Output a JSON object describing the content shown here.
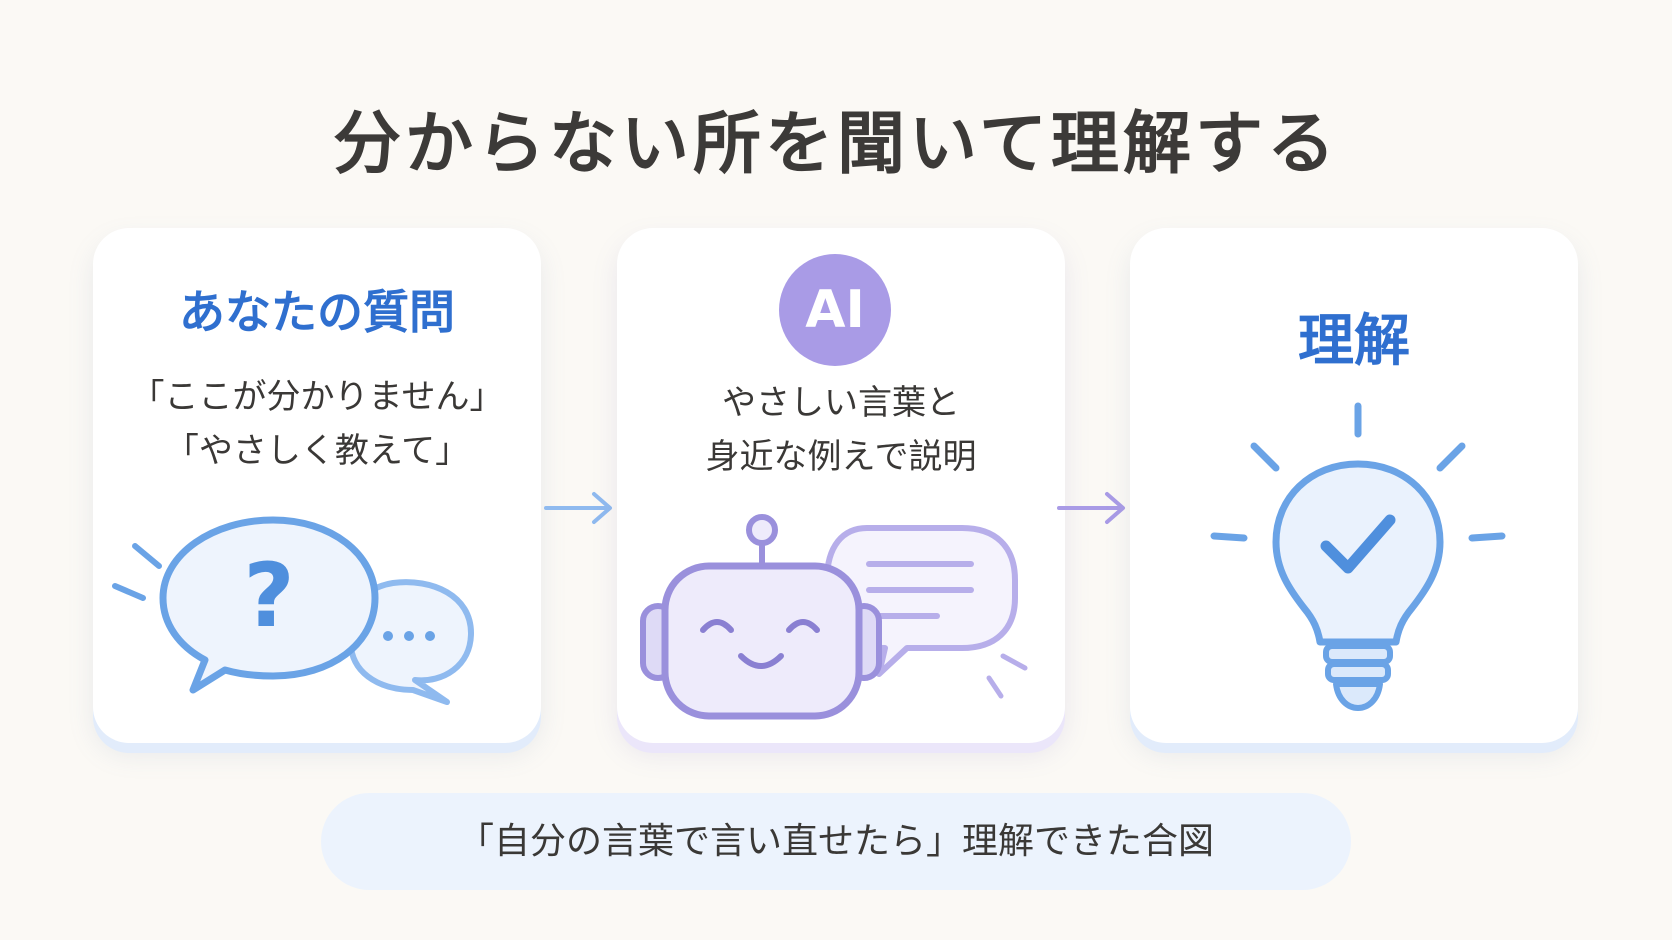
{
  "title": "分からない所を聞いて理解する",
  "cards": [
    {
      "heading": "あなたの質問",
      "lines": [
        "「ここが分かりません」",
        "「やさしく教えて」"
      ]
    },
    {
      "badge": "AI",
      "lines": [
        "やさしい言葉と",
        "身近な例えで説明"
      ]
    },
    {
      "heading": "理解"
    }
  ],
  "illustrations": {
    "card1": {
      "main_bubble_icon": "question-mark-icon",
      "small_bubble_icon": "ellipsis-icon"
    },
    "card2": {
      "character": "smiling-robot-icon",
      "bubble_icon": "text-lines-icon"
    },
    "card3": {
      "icon": "lightbulb-icon",
      "inner_icon": "checkmark-icon"
    }
  },
  "question_mark": "?",
  "footer": "「自分の言葉で言い直せたら」理解できた合図",
  "colors": {
    "blue_accent": "#2f6fcf",
    "icon_blue": "#6aa3e6",
    "icon_purple": "#9a90dc",
    "ai_badge": "#a99be6",
    "background": "#fbf9f5"
  }
}
